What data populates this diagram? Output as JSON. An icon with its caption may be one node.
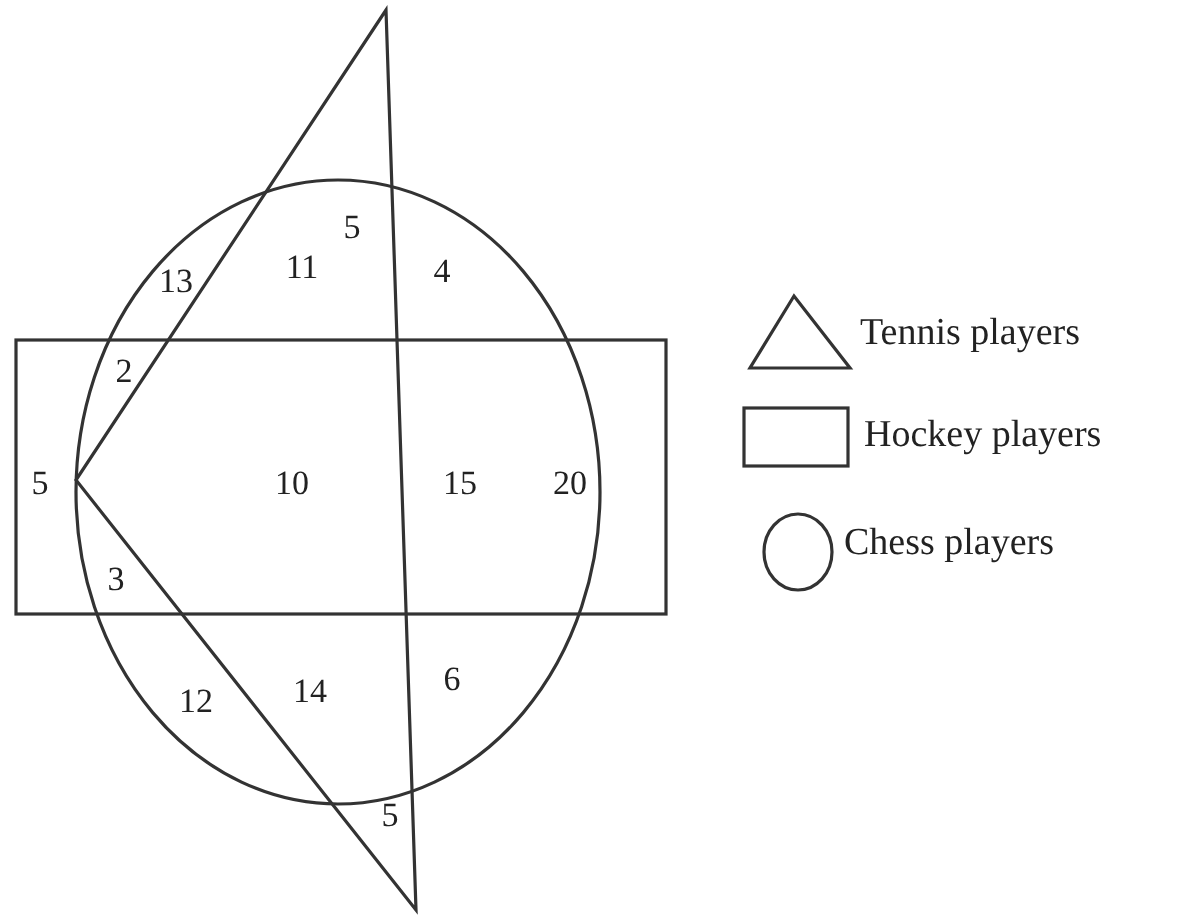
{
  "diagram": {
    "labels": [
      "5",
      "13",
      "11",
      "4",
      "2",
      "5",
      "10",
      "15",
      "20",
      "3",
      "12",
      "14",
      "6",
      "5"
    ],
    "legend": [
      {
        "text": "Tennis players"
      },
      {
        "text": "Hockey players"
      },
      {
        "text": "Chess players"
      }
    ]
  }
}
